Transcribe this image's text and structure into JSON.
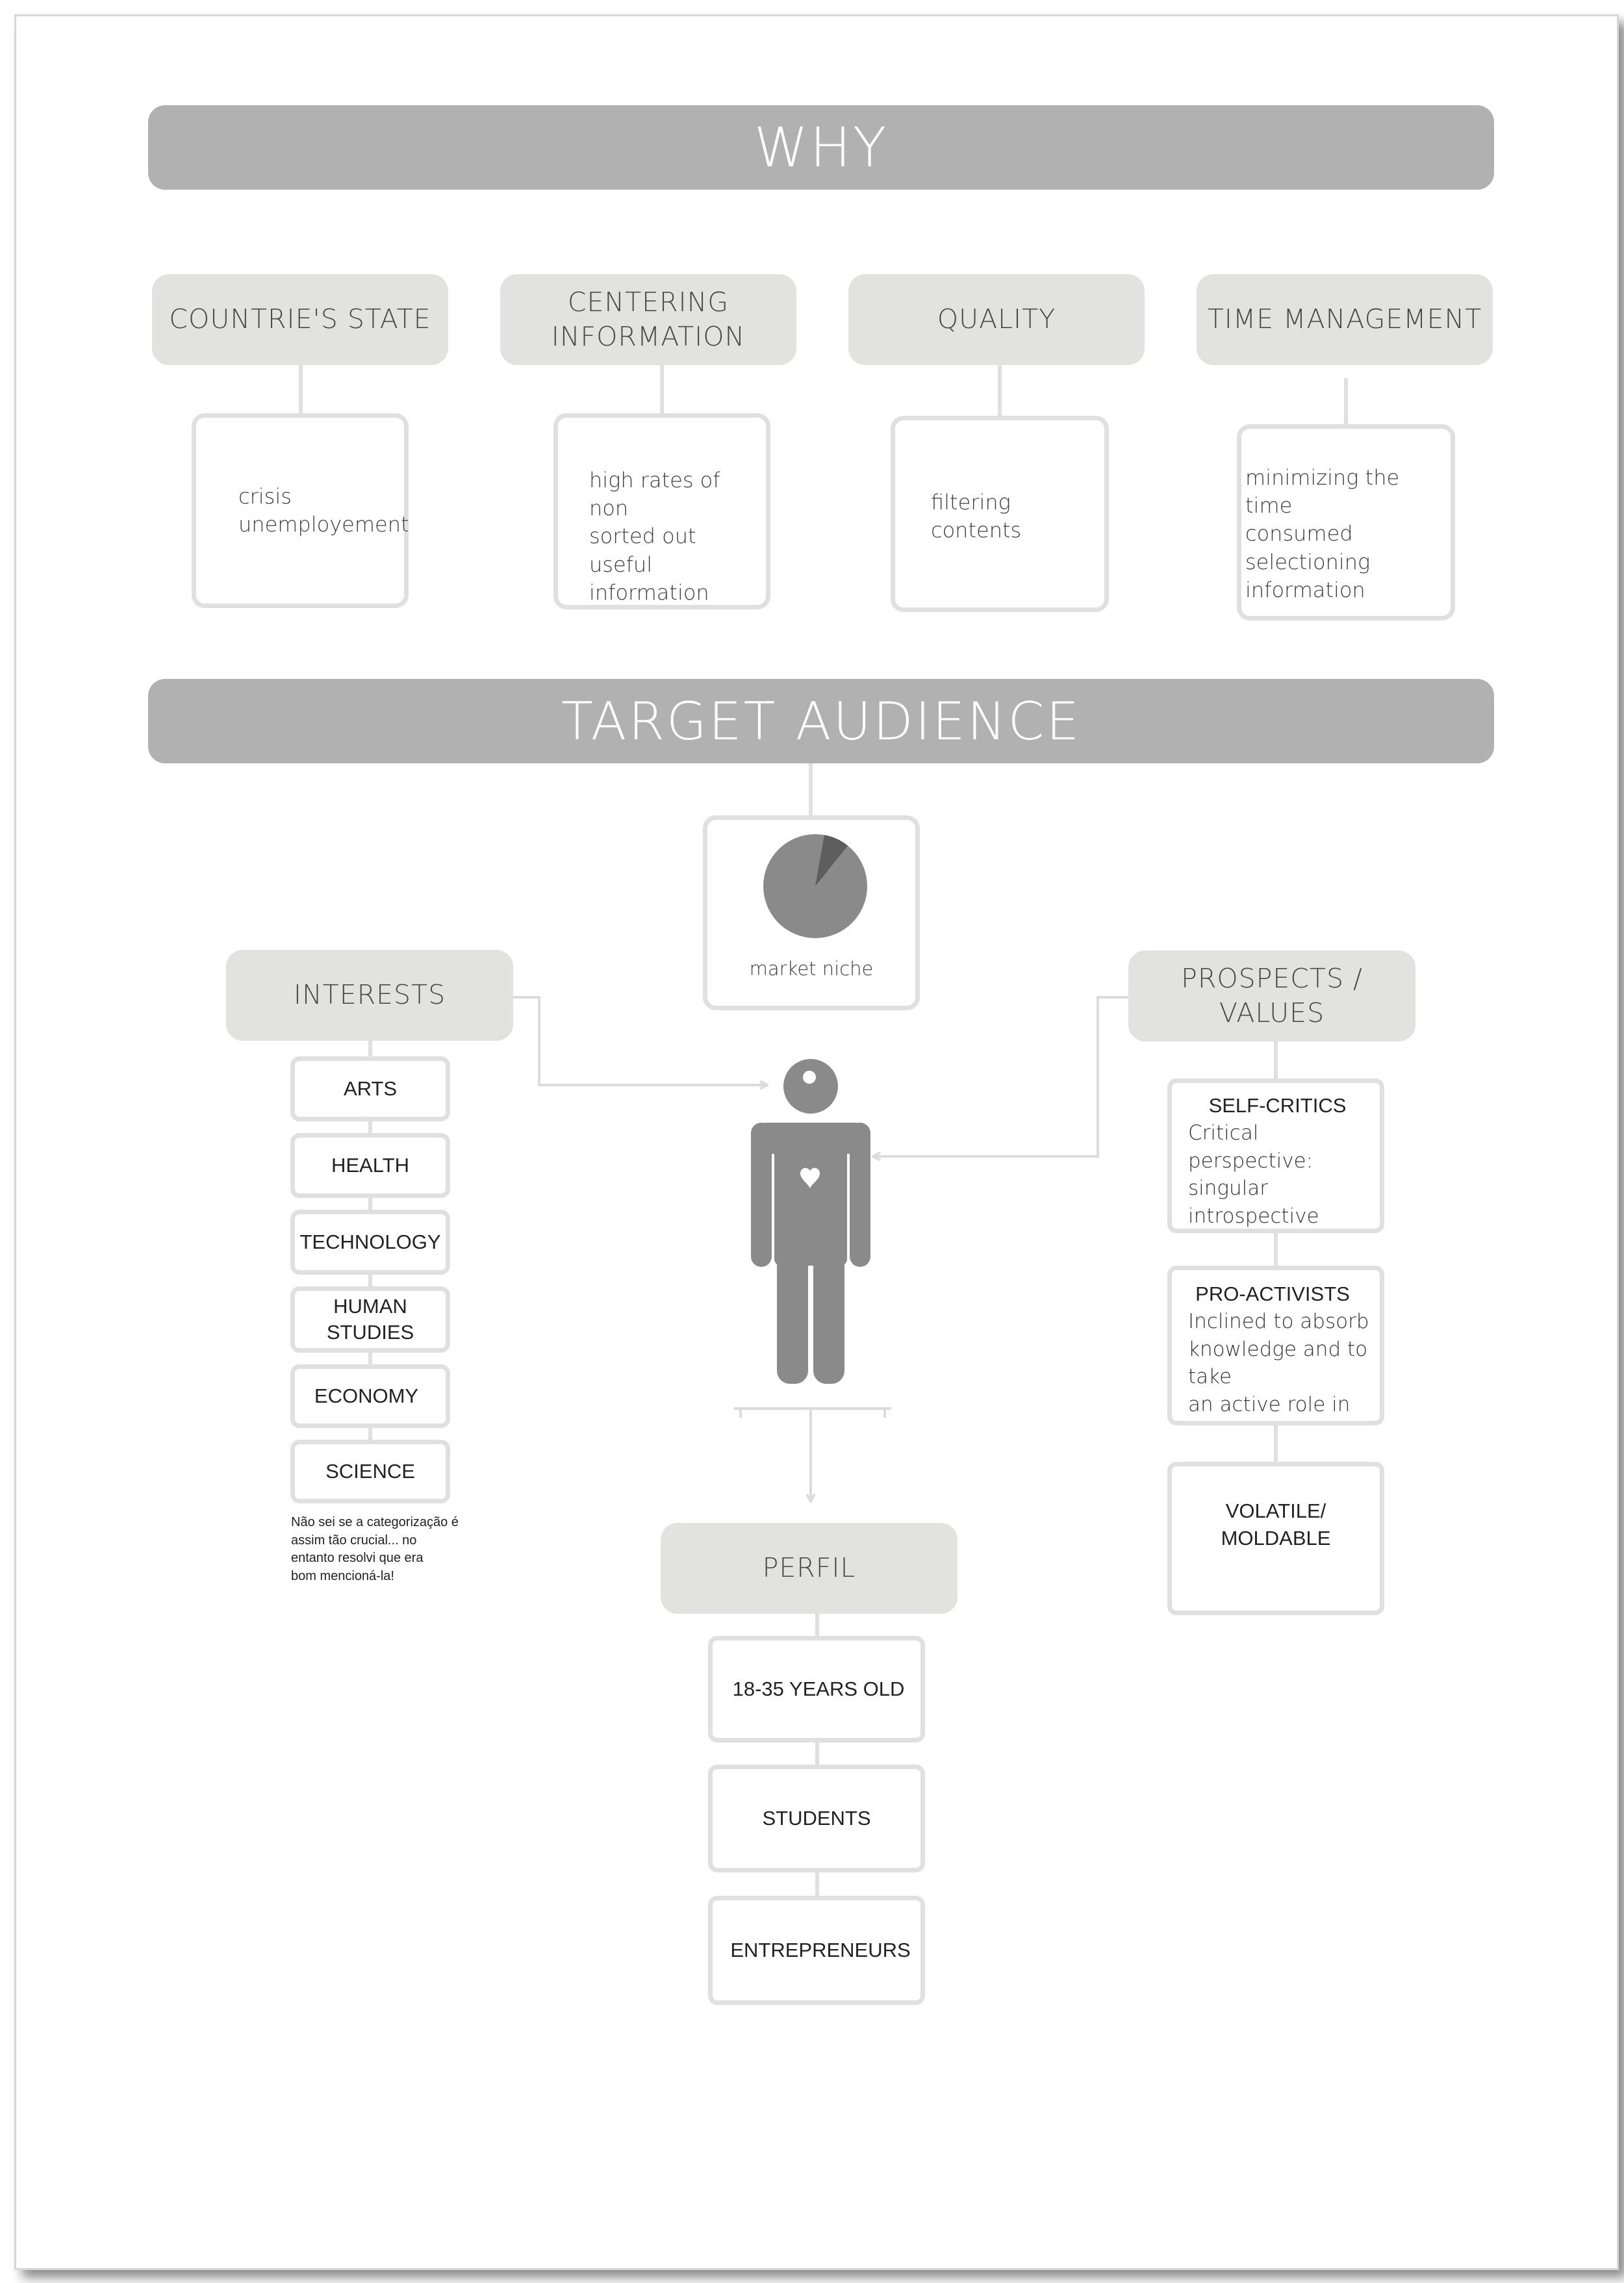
{
  "why": {
    "title": "WHY",
    "categories": [
      {
        "title": "COUNTRIE'S STATE",
        "detail": "crisis\nunemployement"
      },
      {
        "title": "CENTERING\nINFORMATION",
        "detail": "high rates of non\nsorted out useful\ninformation"
      },
      {
        "title": "QUALITY",
        "detail": "filtering contents"
      },
      {
        "title": "TIME MANAGEMENT",
        "detail": "minimizing the time\nconsumed selectioning\ninformation"
      }
    ]
  },
  "target": {
    "title": "TARGET AUDIENCE",
    "niche_label": "market niche",
    "niche_fraction": 0.08,
    "interests": {
      "title": "INTERESTS",
      "items": [
        "ARTS",
        "HEALTH",
        "TECHNOLOGY",
        "HUMAN\nSTUDIES",
        "ECONOMY",
        "SCIENCE"
      ],
      "note": "Não sei se a categorização é\nassim tão crucial... no\nentanto resolvi que era\nbom mencioná-la!"
    },
    "values": {
      "title": "PROSPECTS /\nVALUES",
      "items": [
        {
          "title": "SELF-CRITICS",
          "text": "Critical perspective:\nsingular introspective\nand principles\nconscious"
        },
        {
          "title": "PRO-ACTIVISTS",
          "text": "Inclined to absorb\nknowledge and to take\nan active role in\ninfluencing others."
        },
        {
          "title": "VOLATILE/\nMOLDABLE",
          "text": ""
        }
      ]
    },
    "profile": {
      "title": "PERFIL",
      "items": [
        "18-35 YEARS OLD",
        "STUDENTS",
        "ENTREPRENEURS"
      ]
    }
  },
  "colors": {
    "banner": "#b1b1b1",
    "category": "#e2e2e1",
    "box_border": "#e0e0e0",
    "figure": "#8a8a8a",
    "pie_slice": "#5e5e5e"
  }
}
